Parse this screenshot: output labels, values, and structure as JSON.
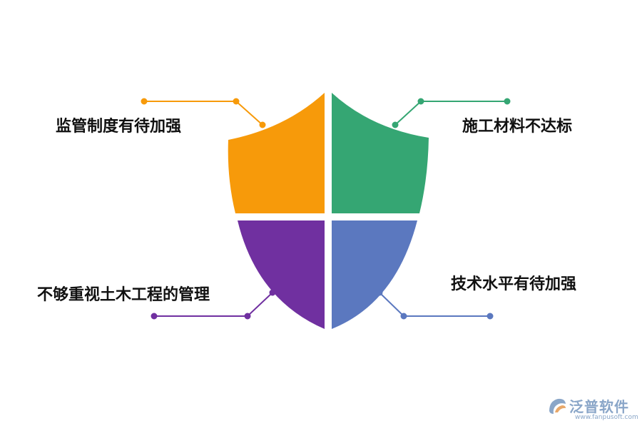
{
  "diagram": {
    "quadrants": [
      {
        "id": "top-left",
        "label": "监管制度有待加强",
        "color": "#F79A0A"
      },
      {
        "id": "top-right",
        "label": "施工材料不达标",
        "color": "#35A673"
      },
      {
        "id": "bottom-left",
        "label": "不够重视土木工程的管理",
        "color": "#7030A0"
      },
      {
        "id": "bottom-right",
        "label": "技术水平有待加强",
        "color": "#5B78BF"
      }
    ]
  },
  "watermark": {
    "brand": "泛普软件",
    "url": "www.fanpusoft.com",
    "color": "#8AA6C8"
  }
}
